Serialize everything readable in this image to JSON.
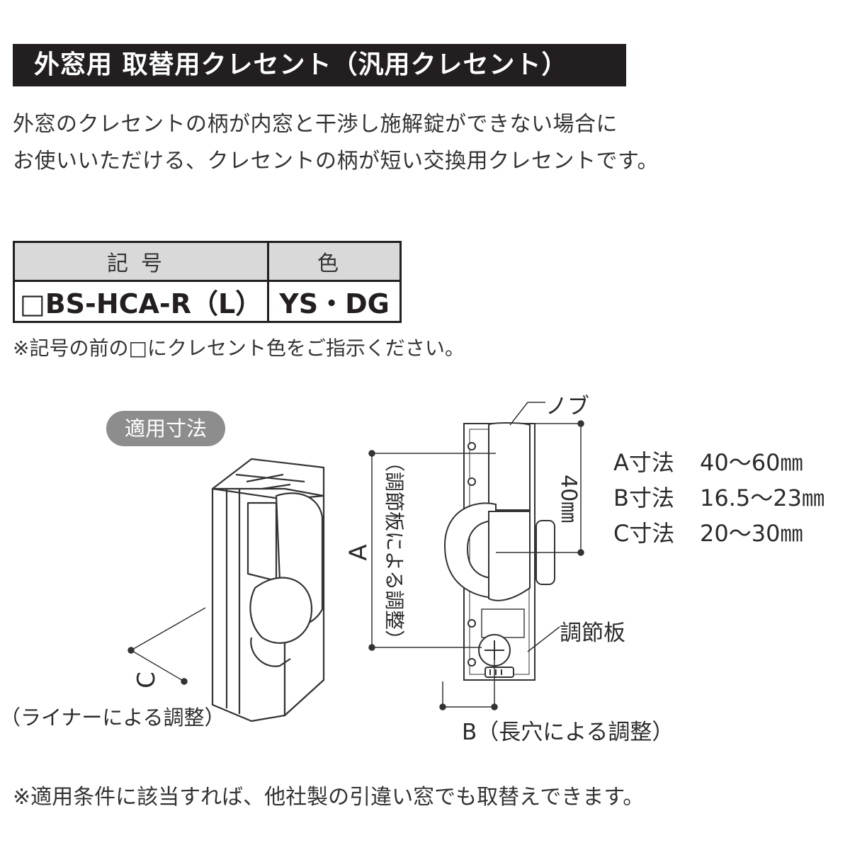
{
  "title": "外窓用 取替用クレセント（汎用クレセント）",
  "intro": {
    "line1": "外窓のクレセントの柄が内窓と干渉し施解錠ができない場合に",
    "line2": "お使いいただける、クレセントの柄が短い交換用クレセントです。"
  },
  "spec_table": {
    "headers": [
      "記号",
      "色"
    ],
    "rows": [
      [
        "□BS-HCA-R（L）",
        "YS・DG"
      ]
    ]
  },
  "note_top": "※記号の前の□にクレセント色をご指示ください。",
  "badge": "適用寸法",
  "labels": {
    "knob": "ノブ",
    "dim_40": "40㎜",
    "dim_a": "A",
    "dim_a_note": "（調節板による調整）",
    "adjust_plate": "調節板",
    "dim_b": "B（長穴による調整）",
    "dim_c": "C",
    "dim_c_note": "（ライナーによる調整）"
  },
  "dimensions": [
    {
      "name": "A寸法",
      "value": "40～60㎜"
    },
    {
      "name": "B寸法",
      "value": "16.5～23㎜"
    },
    {
      "name": "C寸法",
      "value": "20～30㎜"
    }
  ],
  "note_bottom": "※適用条件に該当すれば、他社製の引違い窓でも取替えできます。"
}
